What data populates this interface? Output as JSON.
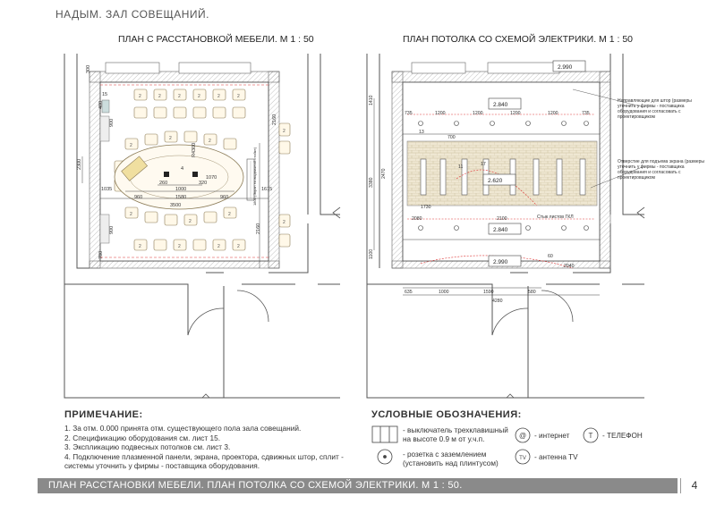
{
  "header": {
    "title": "НАДЫМ. ЗАЛ СОВЕЩАНИЙ."
  },
  "left_plan": {
    "title": "ПЛАН С РАССТАНОВКОЙ МЕБЕЛИ. М 1 : 50",
    "dims": {
      "w3500": "3500",
      "w1580": "1580",
      "w1000": "1000",
      "w960a": "960",
      "w960b": "960",
      "w1035": "1035",
      "w1615": "1615",
      "w260": "260",
      "w320": "320",
      "h2300": "2300",
      "h2160a": "2160",
      "h2160b": "2160",
      "h300": "300",
      "h900a": "900",
      "h900b": "900",
      "h780": "780",
      "h15": "15",
      "h400": "400"
    },
    "chair_num": "2",
    "table_num": "4",
    "label_tv": "1070",
    "label_rack": "R4300",
    "label_screen": "1800 (Экран на выдвижной стойке)"
  },
  "right_plan": {
    "title": "ПЛАН ПОТОЛКА СО СХЕМОЙ ЭЛЕКТРИКИ. М 1 : 50",
    "levels": {
      "top": "2.990",
      "upper": "2.840",
      "mid": "2.620",
      "lower": "2.840",
      "bottom": "2.990"
    },
    "dims": {
      "d735a": "735",
      "d1200a": "1200",
      "d1200b": "1200",
      "d1200c": "1200",
      "d1200d": "1200",
      "d735b": "735",
      "d700": "700",
      "d2080": "2080",
      "d2100": "2100",
      "d1730": "1730",
      "d635": "635",
      "d1000": "1000",
      "d1590": "1590",
      "d580": "580",
      "d4280": "4280",
      "d3380": "3380",
      "d1410": "1410",
      "d1100": "1100",
      "d2040": "2040",
      "d60": "60",
      "d2470": "2470"
    },
    "lamp": "13",
    "panel_num": "11",
    "panel_num2": "17",
    "axis_label": "Стык листов ГКЛ",
    "note1": "Направляющие для штор (размеры уточнить у фирмы - поставщика оборудования и согласовать с проектировщиком",
    "note2": "Отверстие для подъема экрана (размеры уточнить у фирмы - поставщика оборудования и согласовать с проектировщиком"
  },
  "notes": {
    "title": "ПРИМЕЧАНИЕ:",
    "items": [
      "1. За отм. 0.000 принята отм. существующего пола зала совещаний.",
      "2. Спецификацию оборудования см. лист 15.",
      "3. Экспликацию подвесных потолков см. лист 3.",
      "4. Подключение плазменной панели, экрана, проектора, сдвижных штор, сплит -",
      "системы уточнить у фирмы - поставщика оборудования."
    ]
  },
  "legend": {
    "title": "УСЛОВНЫЕ ОБОЗНАЧЕНИЯ:",
    "switch": [
      "- выключатель трехклавишный",
      "на высоте 0.9 м от у.ч.п."
    ],
    "socket": [
      "- розетка с заземлением",
      "(установить над плинтусом)"
    ],
    "internet": "- интернет",
    "internet_sym": "@",
    "phone": "- ТЕЛЕФОН",
    "phone_sym": "T",
    "tv": "- антенна TV",
    "tv_sym": "TV"
  },
  "footer": {
    "text": "ПЛАН РАССТАНОВКИ МЕБЕЛИ. ПЛАН ПОТОЛКА СО СХЕМОЙ ЭЛЕКТРИКИ. М 1 : 50.",
    "page": "4"
  }
}
